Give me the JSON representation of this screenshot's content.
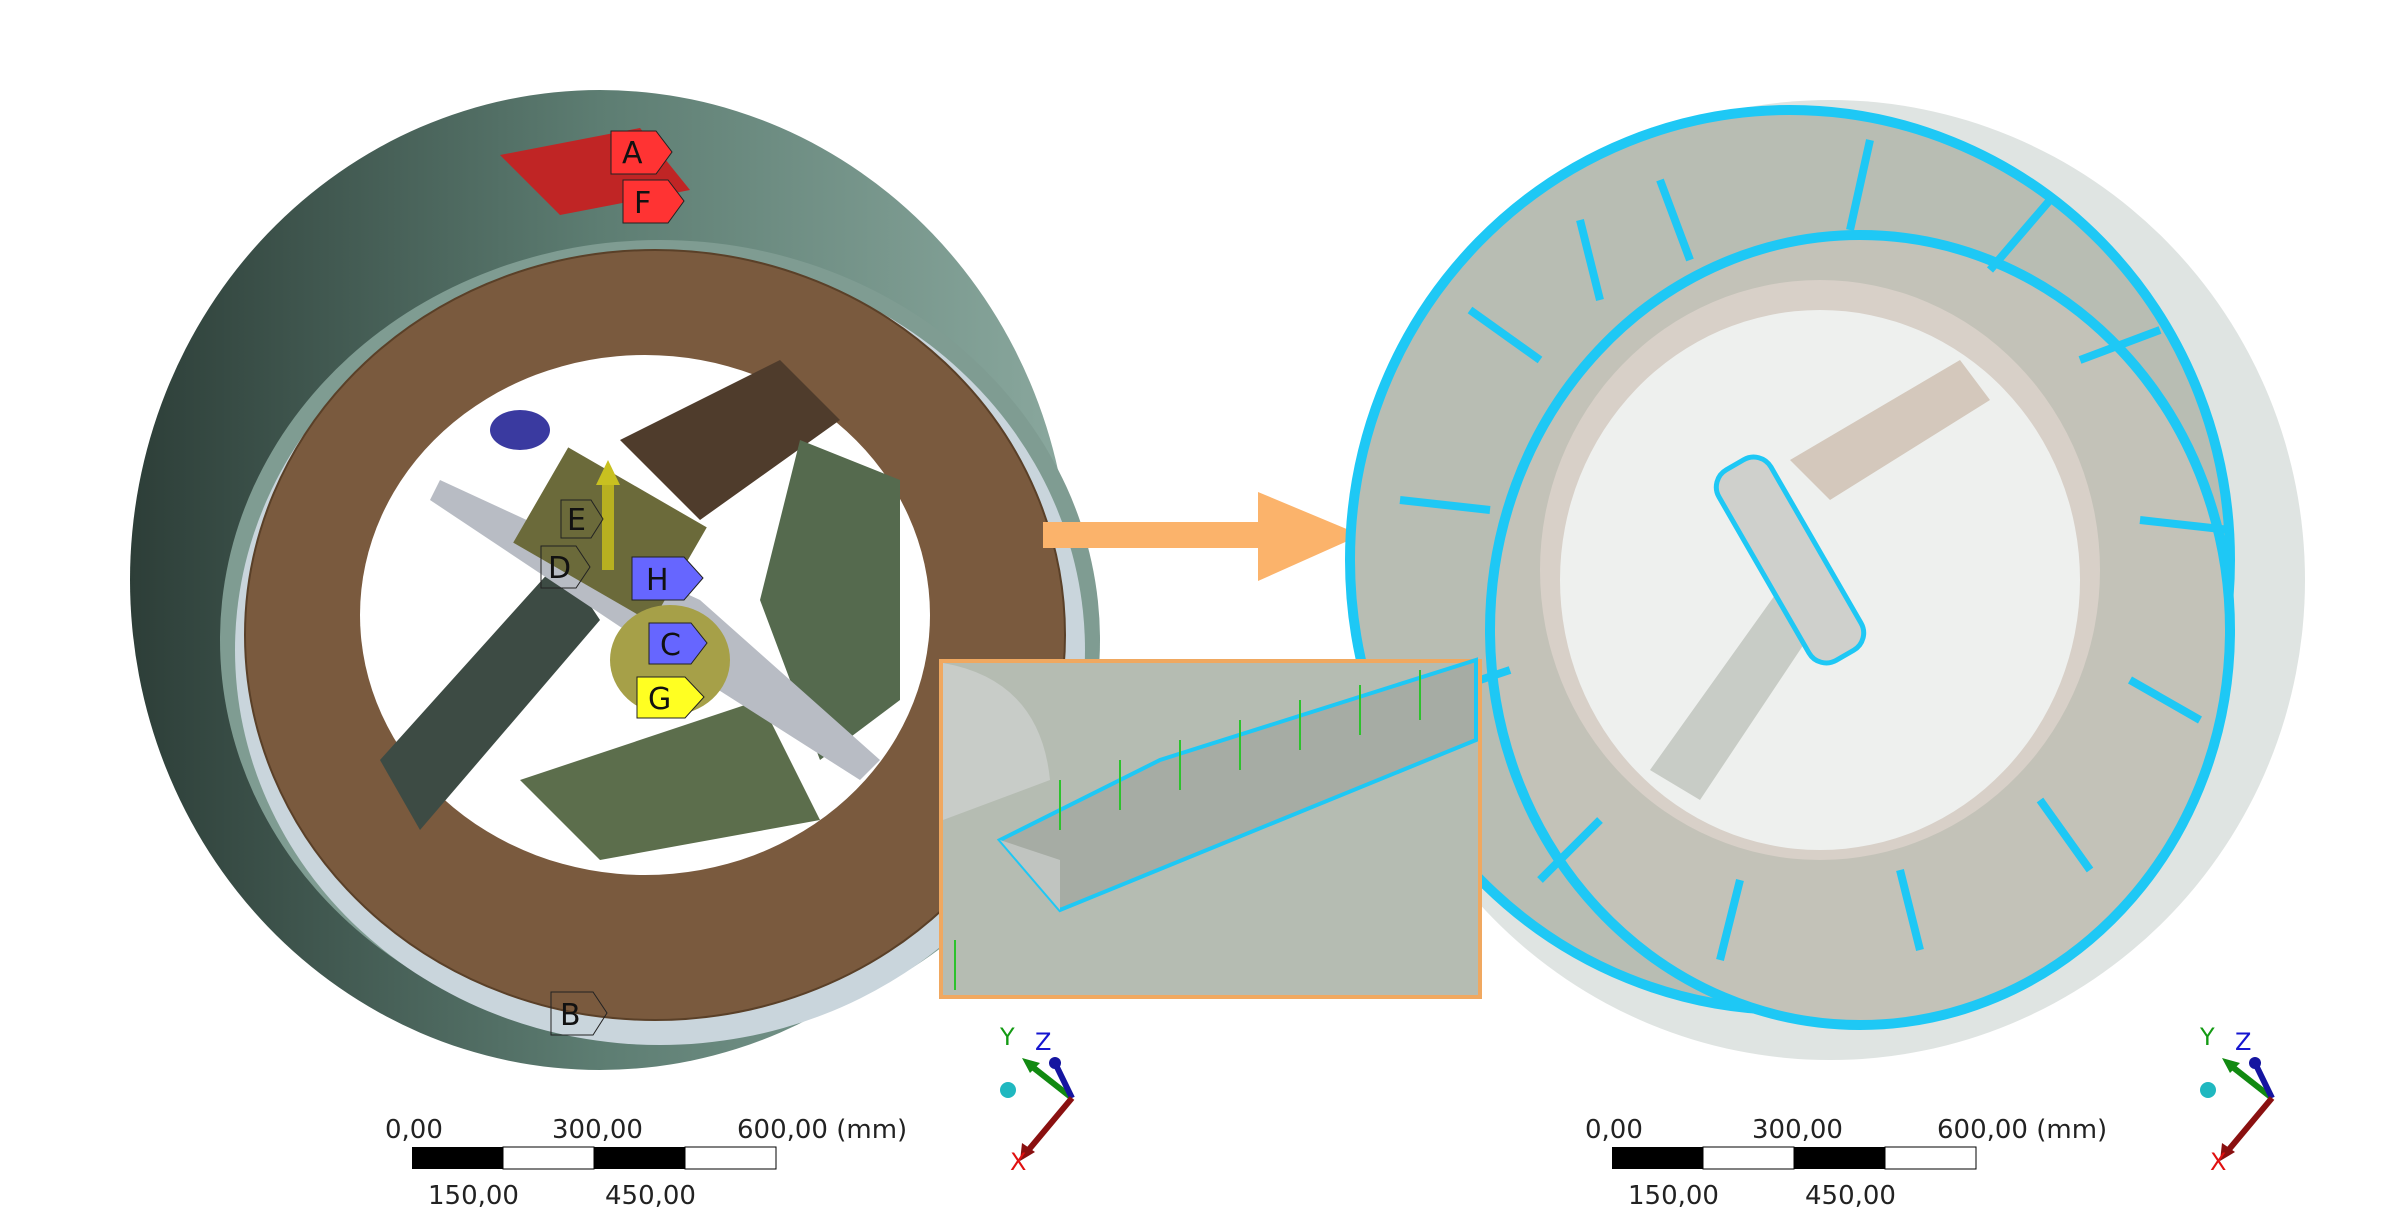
{
  "left_model": {
    "labels": [
      {
        "id": "A",
        "color": "#ff3333"
      },
      {
        "id": "F",
        "color": "#ff3333"
      },
      {
        "id": "E",
        "color": "none"
      },
      {
        "id": "D",
        "color": "none"
      },
      {
        "id": "H",
        "color": "#6666ff"
      },
      {
        "id": "C",
        "color": "#6666ff"
      },
      {
        "id": "G",
        "color": "#ffff22"
      },
      {
        "id": "B",
        "color": "none"
      }
    ]
  },
  "arrow_color": "#fbb36b",
  "inset_border_color": "#f0a860",
  "scale_bars": [
    {
      "top": [
        "0,00",
        "300,00",
        "600,00 (mm)"
      ],
      "bottom": [
        "150,00",
        "450,00"
      ]
    },
    {
      "top": [
        "0,00",
        "300,00",
        "600,00 (mm)"
      ],
      "bottom": [
        "150,00",
        "450,00"
      ]
    }
  ],
  "triad": {
    "x": "X",
    "y": "Y",
    "z": "Z"
  }
}
